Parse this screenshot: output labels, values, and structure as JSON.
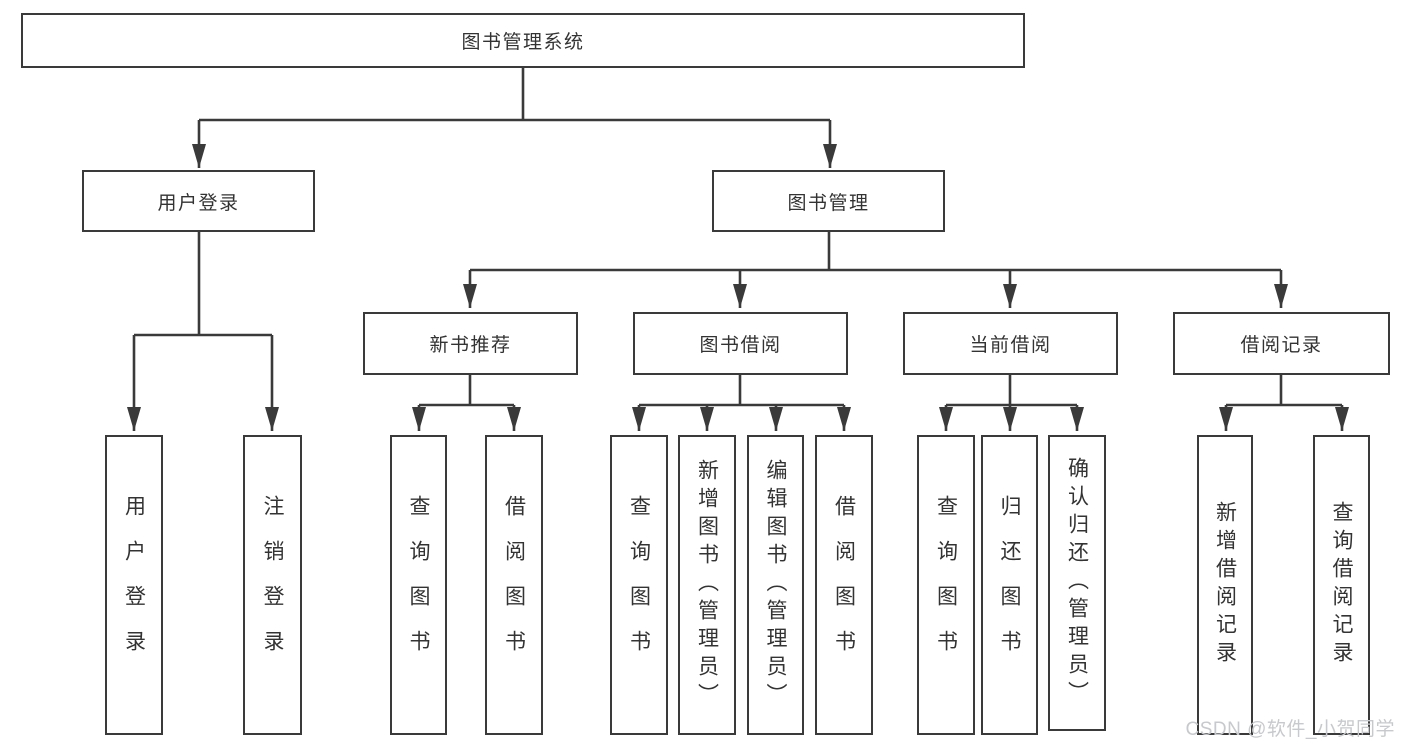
{
  "tree": {
    "root": {
      "label": "图书管理系统"
    },
    "level2": [
      {
        "label": "用户登录"
      },
      {
        "label": "图书管理"
      }
    ],
    "level3": [
      {
        "label": "新书推荐",
        "parent": "图书管理"
      },
      {
        "label": "图书借阅",
        "parent": "图书管理"
      },
      {
        "label": "当前借阅",
        "parent": "图书管理"
      },
      {
        "label": "借阅记录",
        "parent": "图书管理"
      }
    ],
    "leaves": [
      {
        "label": "用户登录",
        "parent": "用户登录"
      },
      {
        "label": "注销登录",
        "parent": "用户登录"
      },
      {
        "label": "查询图书",
        "parent": "新书推荐"
      },
      {
        "label": "借阅图书",
        "parent": "新书推荐"
      },
      {
        "label": "查询图书",
        "parent": "图书借阅"
      },
      {
        "label": "新增图书（管理员）",
        "parent": "图书借阅"
      },
      {
        "label": "编辑图书（管理员）",
        "parent": "图书借阅"
      },
      {
        "label": "借阅图书",
        "parent": "图书借阅"
      },
      {
        "label": "查询图书",
        "parent": "当前借阅"
      },
      {
        "label": "归还图书",
        "parent": "当前借阅"
      },
      {
        "label": "确认归还（管理员）",
        "parent": "当前借阅"
      },
      {
        "label": "新增借阅记录",
        "parent": "借阅记录"
      },
      {
        "label": "查询借阅记录",
        "parent": "借阅记录"
      }
    ]
  },
  "watermark": "CSDN @软件_小贺同学",
  "colors": {
    "line": "#3a3a3a",
    "text": "#333333",
    "watermark": "#c7c9cc",
    "box_fill": "#ffffff"
  }
}
